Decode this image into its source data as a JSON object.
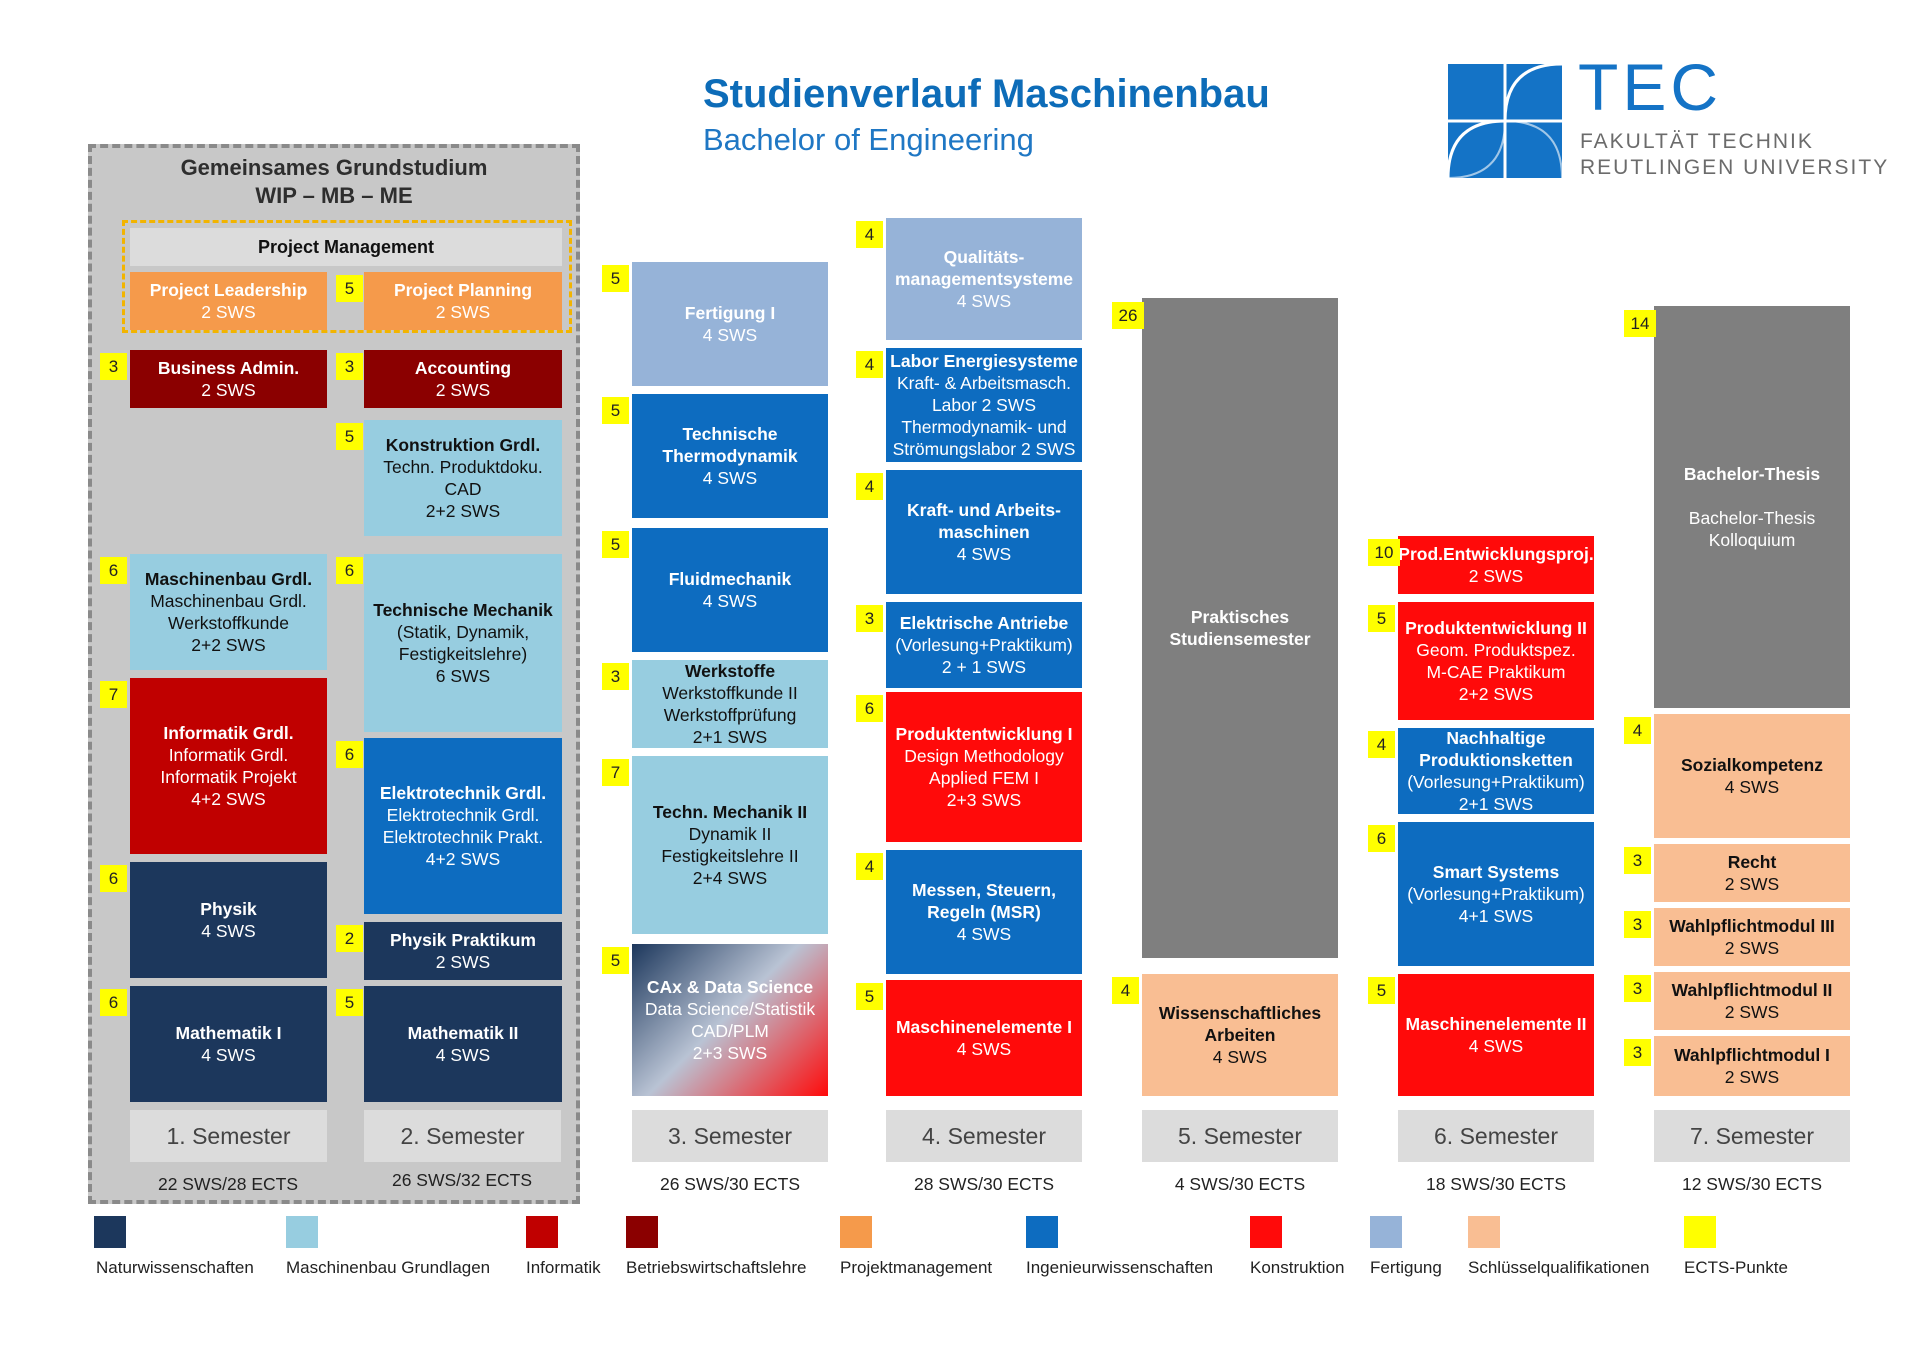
{
  "header": {
    "title": "Studienverlauf Maschinenbau",
    "subtitle": "Bachelor of Engineering"
  },
  "logo": {
    "icon": "tec-logo-mark",
    "wordmark": "TEC",
    "line1": "FAKULTÄT TECHNIK",
    "line2": "REUTLINGEN UNIVERSITY"
  },
  "grundstudium": {
    "title_line1": "Gemeinsames Grundstudium",
    "title_line2": "WIP – MB – ME",
    "project_management": "Project Management"
  },
  "colors": {
    "naturwissenschaften": "#1c375c",
    "maschinenbau_grundlagen": "#97cde0",
    "informatik": "#c00000",
    "betriebswirtschaftslehre": "#8b0000",
    "projektmanagement": "#f59a4b",
    "ingenieurwissenschaften": "#0d6cc0",
    "konstruktion": "#ff0a0a",
    "fertigung": "#96b3d8",
    "schluesselqualifikationen": "#f9be93",
    "ects": "#ffff00",
    "praktisch": "#7f7f7f"
  },
  "modules": {
    "pl": {
      "ects": "",
      "bold": "Project Leadership",
      "lines": [
        "2 SWS"
      ]
    },
    "pp": {
      "ects": "5",
      "bold": "Project Planning",
      "lines": [
        "2 SWS"
      ]
    },
    "ba": {
      "ects": "3",
      "bold": "Business Admin.",
      "lines": [
        "2 SWS"
      ]
    },
    "acc": {
      "ects": "3",
      "bold": "Accounting",
      "lines": [
        "2 SWS"
      ]
    },
    "kon": {
      "ects": "5",
      "bold": "Konstruktion Grdl.",
      "lines": [
        "Techn. Produktdoku.",
        "CAD",
        "2+2 SWS"
      ]
    },
    "mbg": {
      "ects": "6",
      "bold": "Maschinenbau Grdl.",
      "lines": [
        "Maschinenbau Grdl.",
        "Werkstoffkunde",
        "2+2 SWS"
      ]
    },
    "tm": {
      "ects": "6",
      "bold": "Technische Mechanik",
      "lines": [
        "(Statik, Dynamik,",
        "Festigkeitslehre)",
        "6 SWS"
      ]
    },
    "inf": {
      "ects": "7",
      "bold": "Informatik Grdl.",
      "lines": [
        "Informatik Grdl.",
        "Informatik Projekt",
        "4+2 SWS"
      ]
    },
    "et": {
      "ects": "6",
      "bold": "Elektrotechnik Grdl.",
      "lines": [
        "Elektrotechnik Grdl.",
        "Elektrotechnik Prakt.",
        "4+2 SWS"
      ]
    },
    "phy": {
      "ects": "6",
      "bold": "Physik",
      "lines": [
        "4 SWS"
      ]
    },
    "phyp": {
      "ects": "2",
      "bold": "Physik Praktikum",
      "lines": [
        "2 SWS"
      ]
    },
    "m1": {
      "ects": "6",
      "bold": "Mathematik I",
      "lines": [
        "4 SWS"
      ]
    },
    "m2": {
      "ects": "5",
      "bold": "Mathematik II",
      "lines": [
        "4 SWS"
      ]
    },
    "fert": {
      "ects": "5",
      "bold": "Fertigung I",
      "lines": [
        "4 SWS"
      ]
    },
    "thermo": {
      "ects": "5",
      "bold": "Technische Thermodynamik",
      "lines": [
        "4 SWS"
      ]
    },
    "fluid": {
      "ects": "5",
      "bold": "Fluidmechanik",
      "lines": [
        "4 SWS"
      ]
    },
    "werk": {
      "ects": "3",
      "bold": "Werkstoffe",
      "lines": [
        "Werkstoffkunde II",
        "Werkstoffprüfung",
        "2+1 SWS"
      ]
    },
    "tm2": {
      "ects": "7",
      "bold": "Techn. Mechanik II",
      "lines": [
        "Dynamik II",
        "Festigkeitslehre II",
        "2+4 SWS"
      ]
    },
    "cax": {
      "ects": "5",
      "bold": "CAx & Data Science",
      "lines": [
        "Data Science/Statistik",
        "CAD/PLM",
        "2+3 SWS"
      ]
    },
    "qms": {
      "ects": "4",
      "bold": "Qualitäts-managementsysteme",
      "lines": [
        "4 SWS"
      ]
    },
    "lab": {
      "ects": "4",
      "bold": "Labor Energiesysteme",
      "lines": [
        "Kraft- & Arbeitsmasch.",
        "Labor 2 SWS",
        "Thermodynamik- und",
        "Strömungslabor 2 SWS"
      ]
    },
    "kam": {
      "ects": "4",
      "bold": "Kraft- und Arbeits-maschinen",
      "lines": [
        "4 SWS"
      ]
    },
    "ea": {
      "ects": "3",
      "bold": "Elektrische Antriebe",
      "lines": [
        "(Vorlesung+Praktikum)",
        "2 + 1 SWS"
      ]
    },
    "pe1": {
      "ects": "6",
      "bold": "Produktentwicklung I",
      "lines": [
        "Design Methodology",
        "Applied FEM I",
        "2+3 SWS"
      ]
    },
    "msr": {
      "ects": "4",
      "bold": "Messen, Steuern, Regeln (MSR)",
      "lines": [
        "4 SWS"
      ]
    },
    "me1": {
      "ects": "5",
      "bold": "Maschinenelemente I",
      "lines": [
        "4 SWS"
      ]
    },
    "prak": {
      "ects": "26",
      "bold": "Praktisches Studiensemester",
      "lines": []
    },
    "wiss": {
      "ects": "4",
      "bold": "Wissenschaftliches Arbeiten",
      "lines": [
        "4 SWS"
      ]
    },
    "pep": {
      "ects": "10",
      "bold": "Prod.Entwicklungsproj.",
      "lines": [
        "2 SWS"
      ]
    },
    "pe2": {
      "ects": "5",
      "bold": "Produktentwicklung II",
      "lines": [
        "Geom. Produktspez.",
        "M-CAE Praktikum",
        "2+2 SWS"
      ]
    },
    "npk": {
      "ects": "4",
      "bold": "Nachhaltige Produktionsketten",
      "lines": [
        "(Vorlesung+Praktikum)",
        "2+1 SWS"
      ]
    },
    "ss": {
      "ects": "6",
      "bold": "Smart Systems",
      "lines": [
        "(Vorlesung+Praktikum)",
        "4+1 SWS"
      ]
    },
    "me2": {
      "ects": "5",
      "bold": "Maschinenelemente II",
      "lines": [
        "4 SWS"
      ]
    },
    "bt": {
      "ects": "14",
      "bold": "Bachelor-Thesis",
      "lines": [
        "",
        "Bachelor-Thesis",
        "Kolloquium"
      ]
    },
    "sk": {
      "ects": "4",
      "bold": "Sozialkompetenz",
      "lines": [
        "4 SWS"
      ]
    },
    "recht": {
      "ects": "3",
      "bold": "Recht",
      "lines": [
        "2 SWS"
      ]
    },
    "w3": {
      "ects": "3",
      "bold": "Wahlpflichtmodul III",
      "lines": [
        "2 SWS"
      ]
    },
    "w2": {
      "ects": "3",
      "bold": "Wahlpflichtmodul II",
      "lines": [
        "2 SWS"
      ]
    },
    "w1": {
      "ects": "3",
      "bold": "Wahlpflichtmodul I",
      "lines": [
        "2 SWS"
      ]
    }
  },
  "semesters": [
    {
      "label": "1. Semester",
      "sum": "22 SWS/28 ECTS"
    },
    {
      "label": "2. Semester",
      "sum": "26 SWS/32 ECTS"
    },
    {
      "label": "3. Semester",
      "sum": "26 SWS/30 ECTS"
    },
    {
      "label": "4. Semester",
      "sum": "28 SWS/30 ECTS"
    },
    {
      "label": "5. Semester",
      "sum": "4 SWS/30 ECTS"
    },
    {
      "label": "6. Semester",
      "sum": "18 SWS/30 ECTS"
    },
    {
      "label": "7. Semester",
      "sum": "12 SWS/30 ECTS"
    }
  ],
  "legend": [
    {
      "label": "Naturwissenschaften",
      "color": "#1c375c"
    },
    {
      "label": "Maschinenbau Grundlagen",
      "color": "#97cde0"
    },
    {
      "label": "Informatik",
      "color": "#c00000"
    },
    {
      "label": "Betriebswirtschaftslehre",
      "color": "#8b0000"
    },
    {
      "label": "Projektmanagement",
      "color": "#f59a4b"
    },
    {
      "label": "Ingenieurwissenschaften",
      "color": "#0d6cc0"
    },
    {
      "label": "Konstruktion",
      "color": "#ff0a0a"
    },
    {
      "label": "Fertigung",
      "color": "#96b3d8"
    },
    {
      "label": "Schlüsselqualifikationen",
      "color": "#f9be93"
    },
    {
      "label": "ECTS-Punkte",
      "color": "#ffff00"
    }
  ]
}
